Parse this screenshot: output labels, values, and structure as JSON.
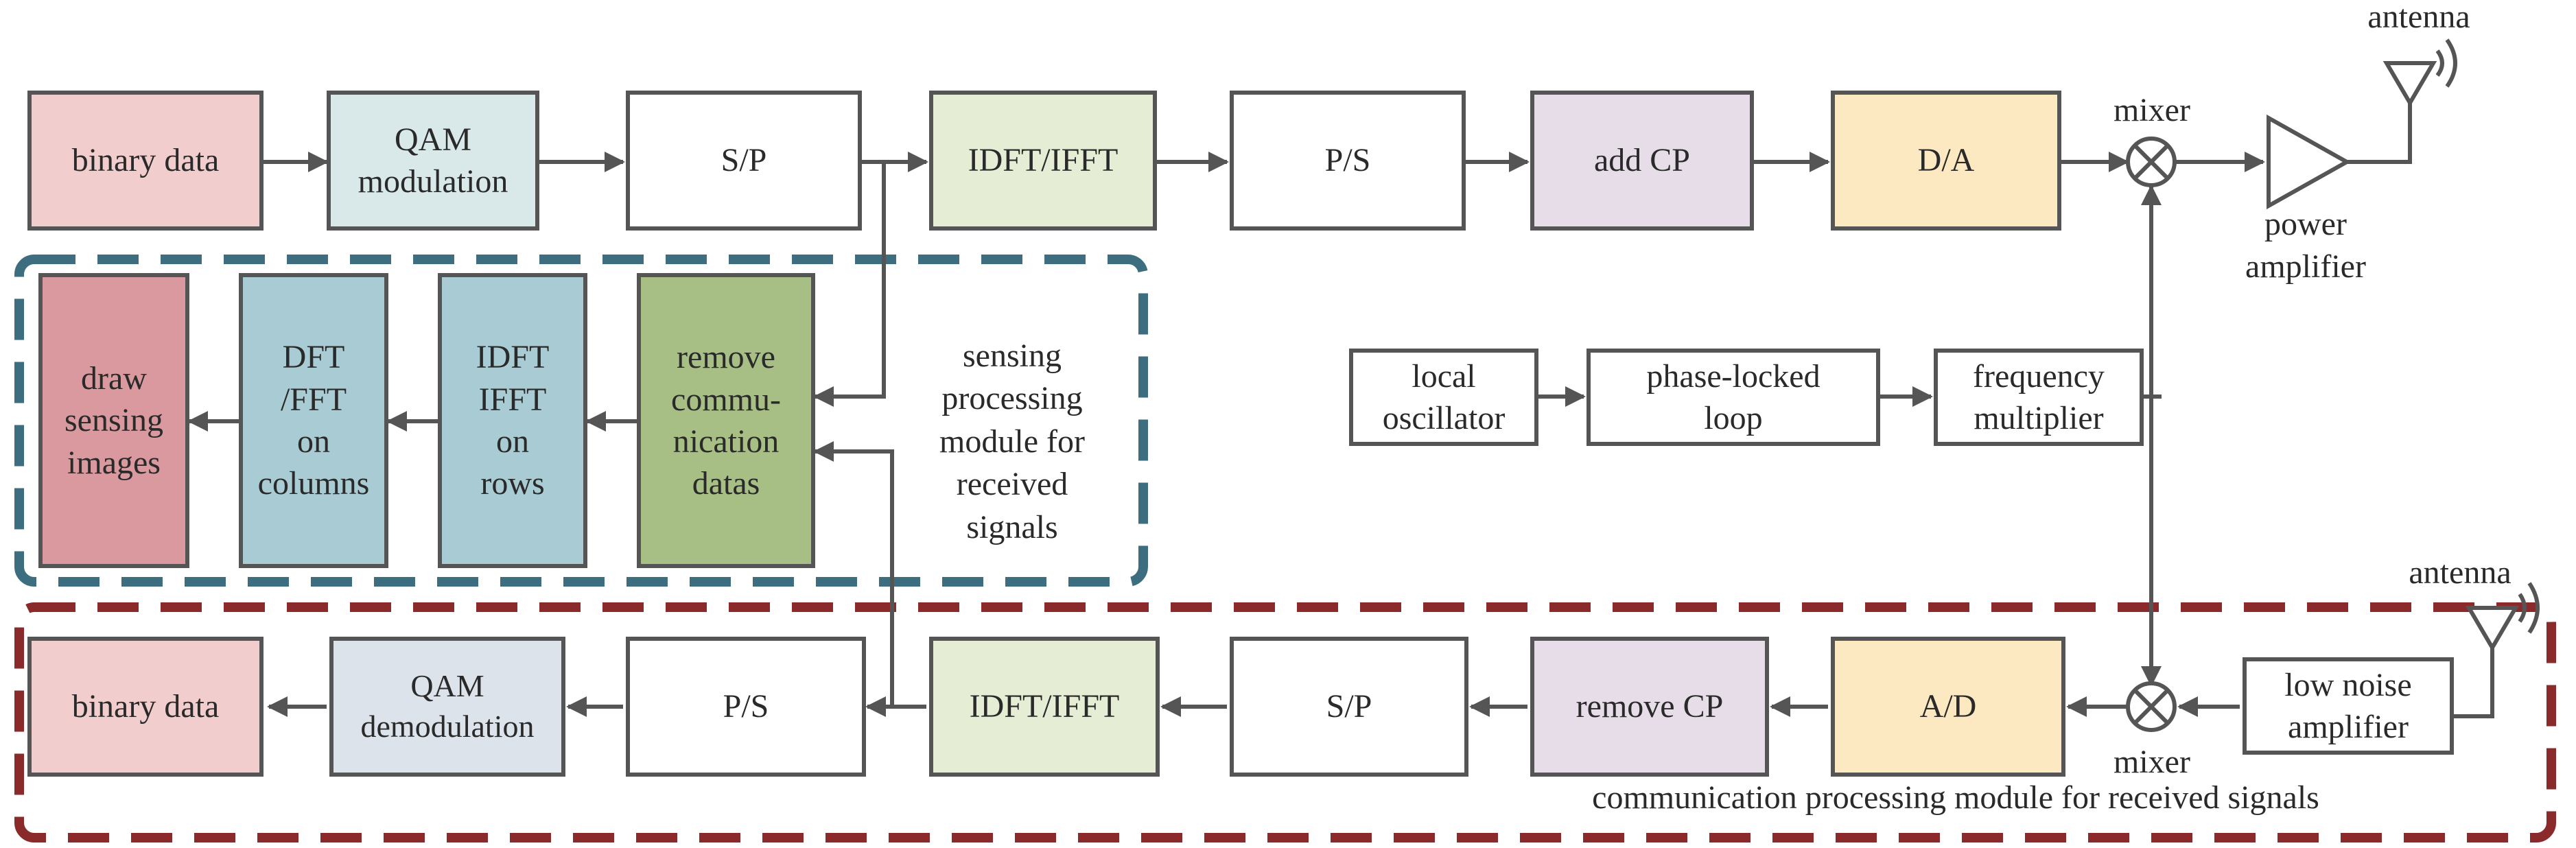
{
  "transmitter": {
    "binary_data": "binary data",
    "qam_mod_1": "QAM",
    "qam_mod_2": "modulation",
    "sp": "S/P",
    "idft": "IDFT/IFFT",
    "ps": "P/S",
    "add_cp": "add CP",
    "da": "D/A",
    "mixer": "mixer",
    "power_amp_1": "power",
    "power_amp_2": "amplifier",
    "antenna": "antenna"
  },
  "oscillator_chain": {
    "local_osc_1": "local",
    "local_osc_2": "oscillator",
    "pll_1": "phase-locked",
    "pll_2": "loop",
    "freq_mult_1": "frequency",
    "freq_mult_2": "multiplier"
  },
  "sensing": {
    "draw_1": "draw",
    "draw_2": "sensing",
    "draw_3": "images",
    "dft_1": "DFT",
    "dft_2": "/FFT",
    "dft_3": "on",
    "dft_4": "columns",
    "idft_1": "IDFT",
    "idft_2": "IFFT",
    "idft_3": "on",
    "idft_4": "rows",
    "remove_1": "remove",
    "remove_2": "commu-",
    "remove_3": "nication",
    "remove_4": "datas",
    "module_1": "sensing",
    "module_2": "processing",
    "module_3": "module for",
    "module_4": "received",
    "module_5": "signals"
  },
  "receiver": {
    "binary_data": "binary data",
    "qam_demod_1": "QAM",
    "qam_demod_2": "demodulation",
    "ps": "P/S",
    "idft": "IDFT/IFFT",
    "sp": "S/P",
    "remove_cp": "remove CP",
    "ad": "A/D",
    "mixer": "mixer",
    "lna_1": "low noise",
    "lna_2": "amplifier",
    "antenna": "antenna",
    "module_label": "communication processing module for received signals"
  },
  "colors": {
    "line": "#555555",
    "sensing_border": "#3d6e80",
    "comm_border": "#8b2a2a"
  }
}
